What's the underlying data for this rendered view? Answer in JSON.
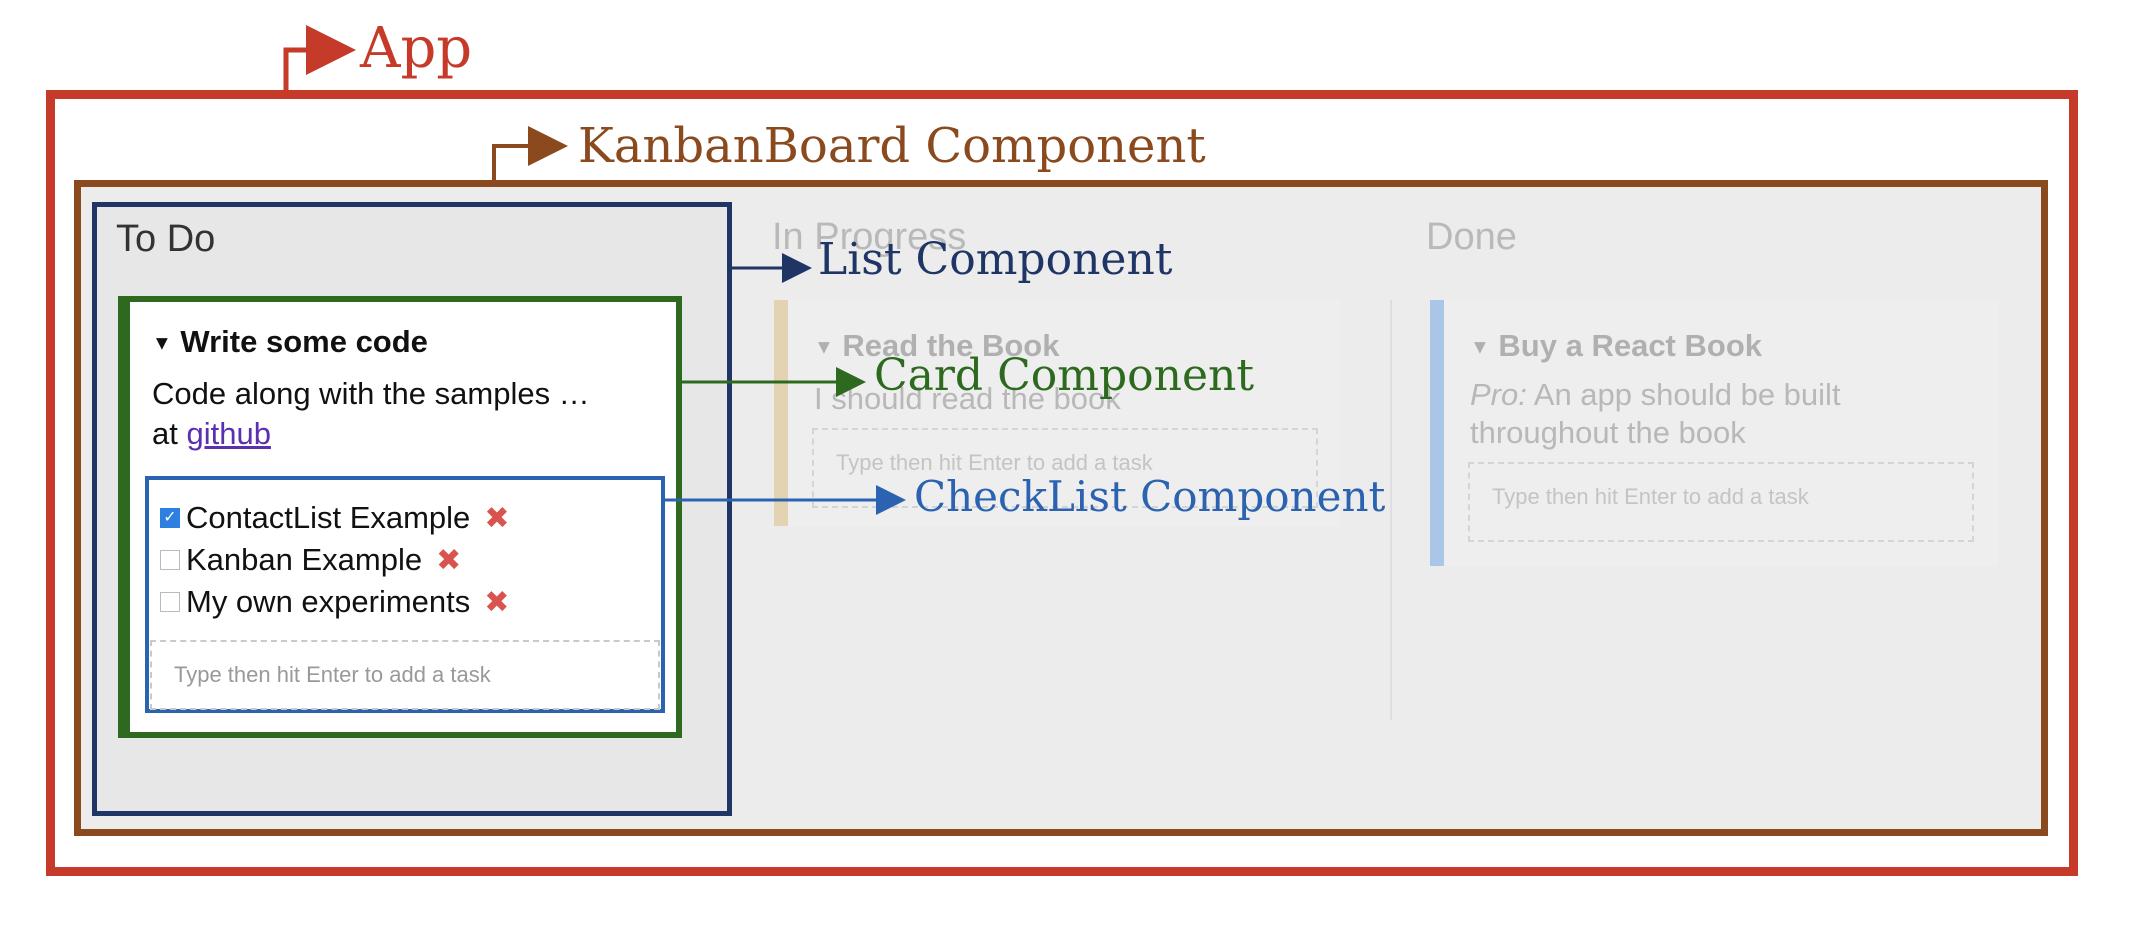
{
  "labels": {
    "app": "App",
    "board": "KanbanBoard Component",
    "list": "List Component",
    "card": "Card Component",
    "checklist": "CheckList Component"
  },
  "lists": [
    {
      "title": "To Do"
    },
    {
      "title": "In Progress"
    },
    {
      "title": "Done"
    }
  ],
  "todo_card": {
    "title": "Write some code",
    "desc_line1": "Code along with the samples …",
    "desc_prefix": "at",
    "link": "github",
    "tasks": [
      {
        "name": "ContactList Example",
        "done": true
      },
      {
        "name": "Kanban Example",
        "done": false
      },
      {
        "name": "My own experiments",
        "done": false
      }
    ],
    "input_placeholder": "Type then hit Enter to add a task"
  },
  "progress_card": {
    "title": "Read the Book",
    "desc": "I should read the book",
    "input_placeholder": "Type then hit Enter to add a task"
  },
  "done_card": {
    "title": "Buy a React Book",
    "desc_em": "Pro:",
    "desc_rest": " An app should be built",
    "desc_line2": "throughout the book",
    "input_placeholder": "Type then hit Enter to add a task"
  },
  "colors": {
    "app": "#c63a2a",
    "board": "#8a4a1e",
    "list": "#1f3566",
    "card": "#2d6a1f",
    "checklist": "#2b63b0",
    "progress_accent": "#e3d3b3",
    "done_accent": "#a9c6e8"
  },
  "icons": {
    "collapse": "triangle-down-icon",
    "delete": "x-icon",
    "check": "checkbox-icon"
  }
}
